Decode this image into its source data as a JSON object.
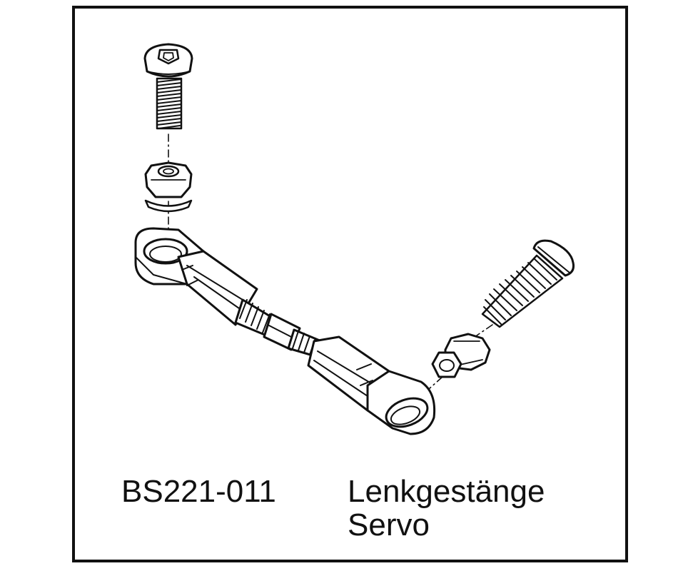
{
  "part": {
    "number": "BS221-011",
    "name_line1": "Lenkgestänge",
    "name_line2": "Servo"
  },
  "style": {
    "line_color": "#111111",
    "background": "#ffffff"
  }
}
